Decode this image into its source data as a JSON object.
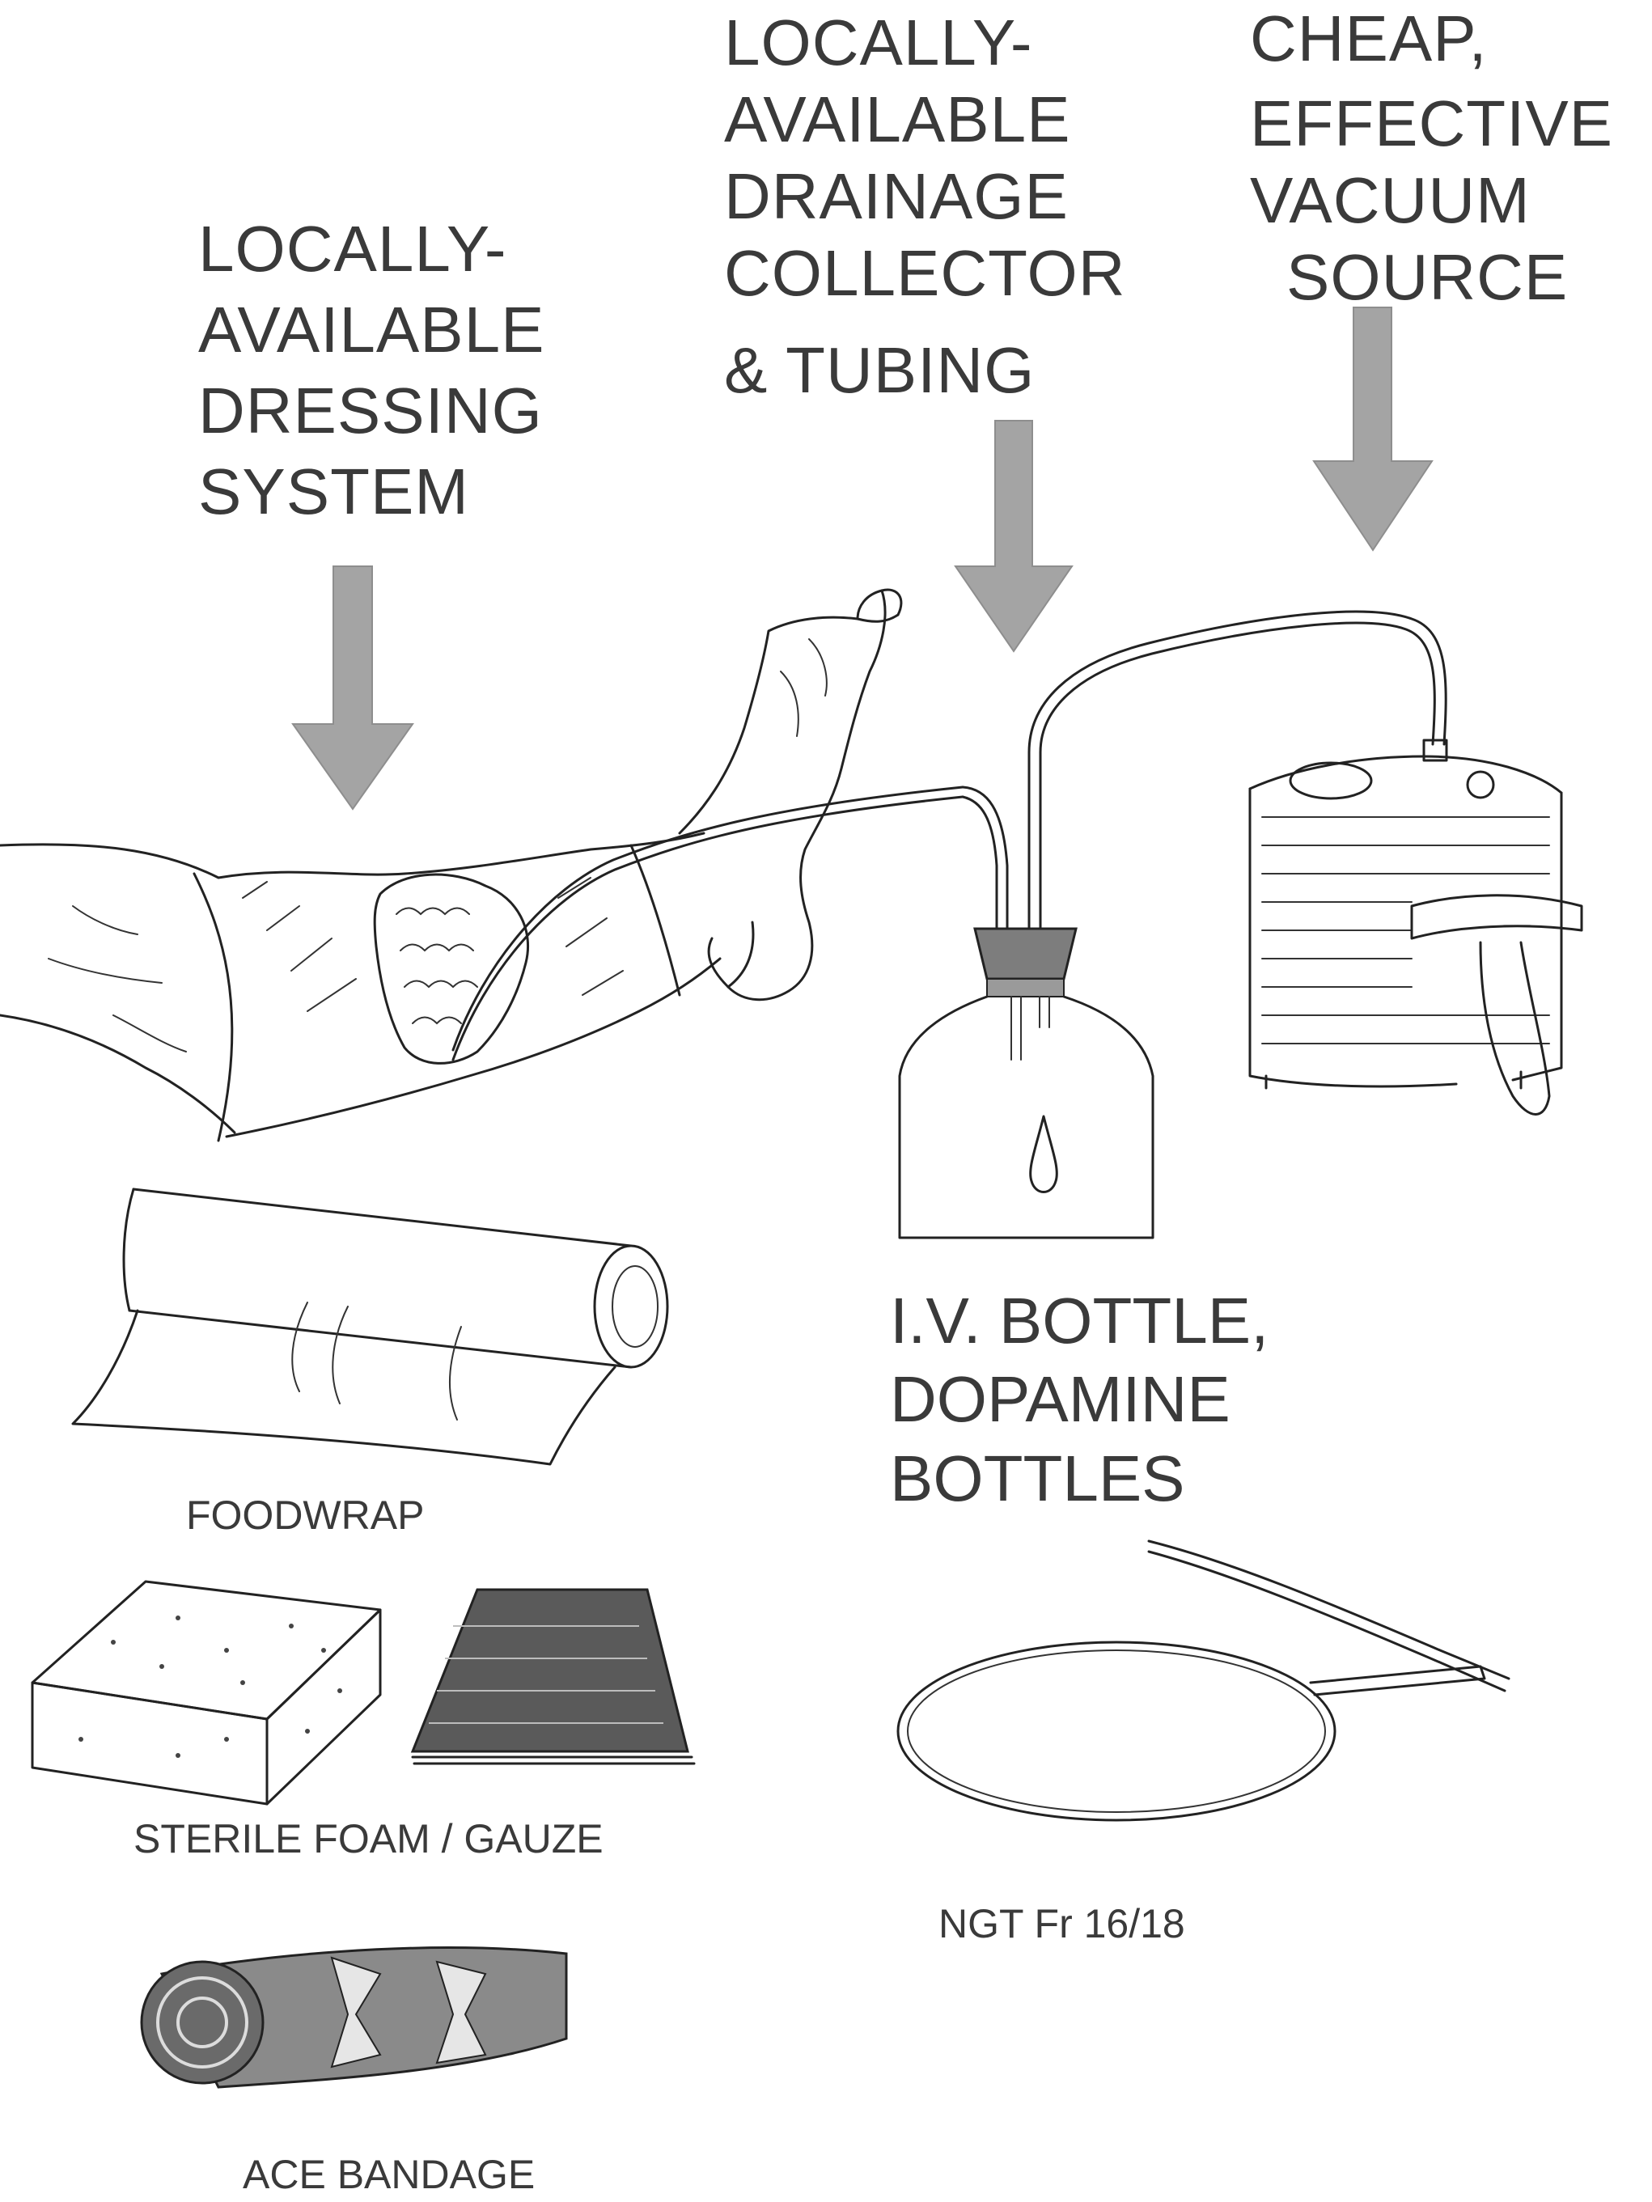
{
  "headings": {
    "dressing": [
      "LOCALLY-",
      "AVAILABLE",
      "DRESSING",
      "SYSTEM"
    ],
    "drainage": [
      "LOCALLY-",
      "AVAILABLE",
      "DRAINAGE",
      "COLLECTOR",
      "& TUBING"
    ],
    "vacuum": [
      "CHEAP,",
      "EFFECTIVE",
      "VACUUM",
      "SOURCE"
    ]
  },
  "bottles_label": [
    "I.V. BOTTLE,",
    "DOPAMINE",
    "BOTTLES"
  ],
  "captions": {
    "foodwrap": "FOODWRAP",
    "foam_gauze": "STERILE FOAM / GAUZE",
    "ngt": "NGT Fr 16/18",
    "ace": "ACE BANDAGE"
  },
  "colors": {
    "arrow": "#a4a4a4",
    "text": "#3a3a3a",
    "ink": "#222222"
  }
}
